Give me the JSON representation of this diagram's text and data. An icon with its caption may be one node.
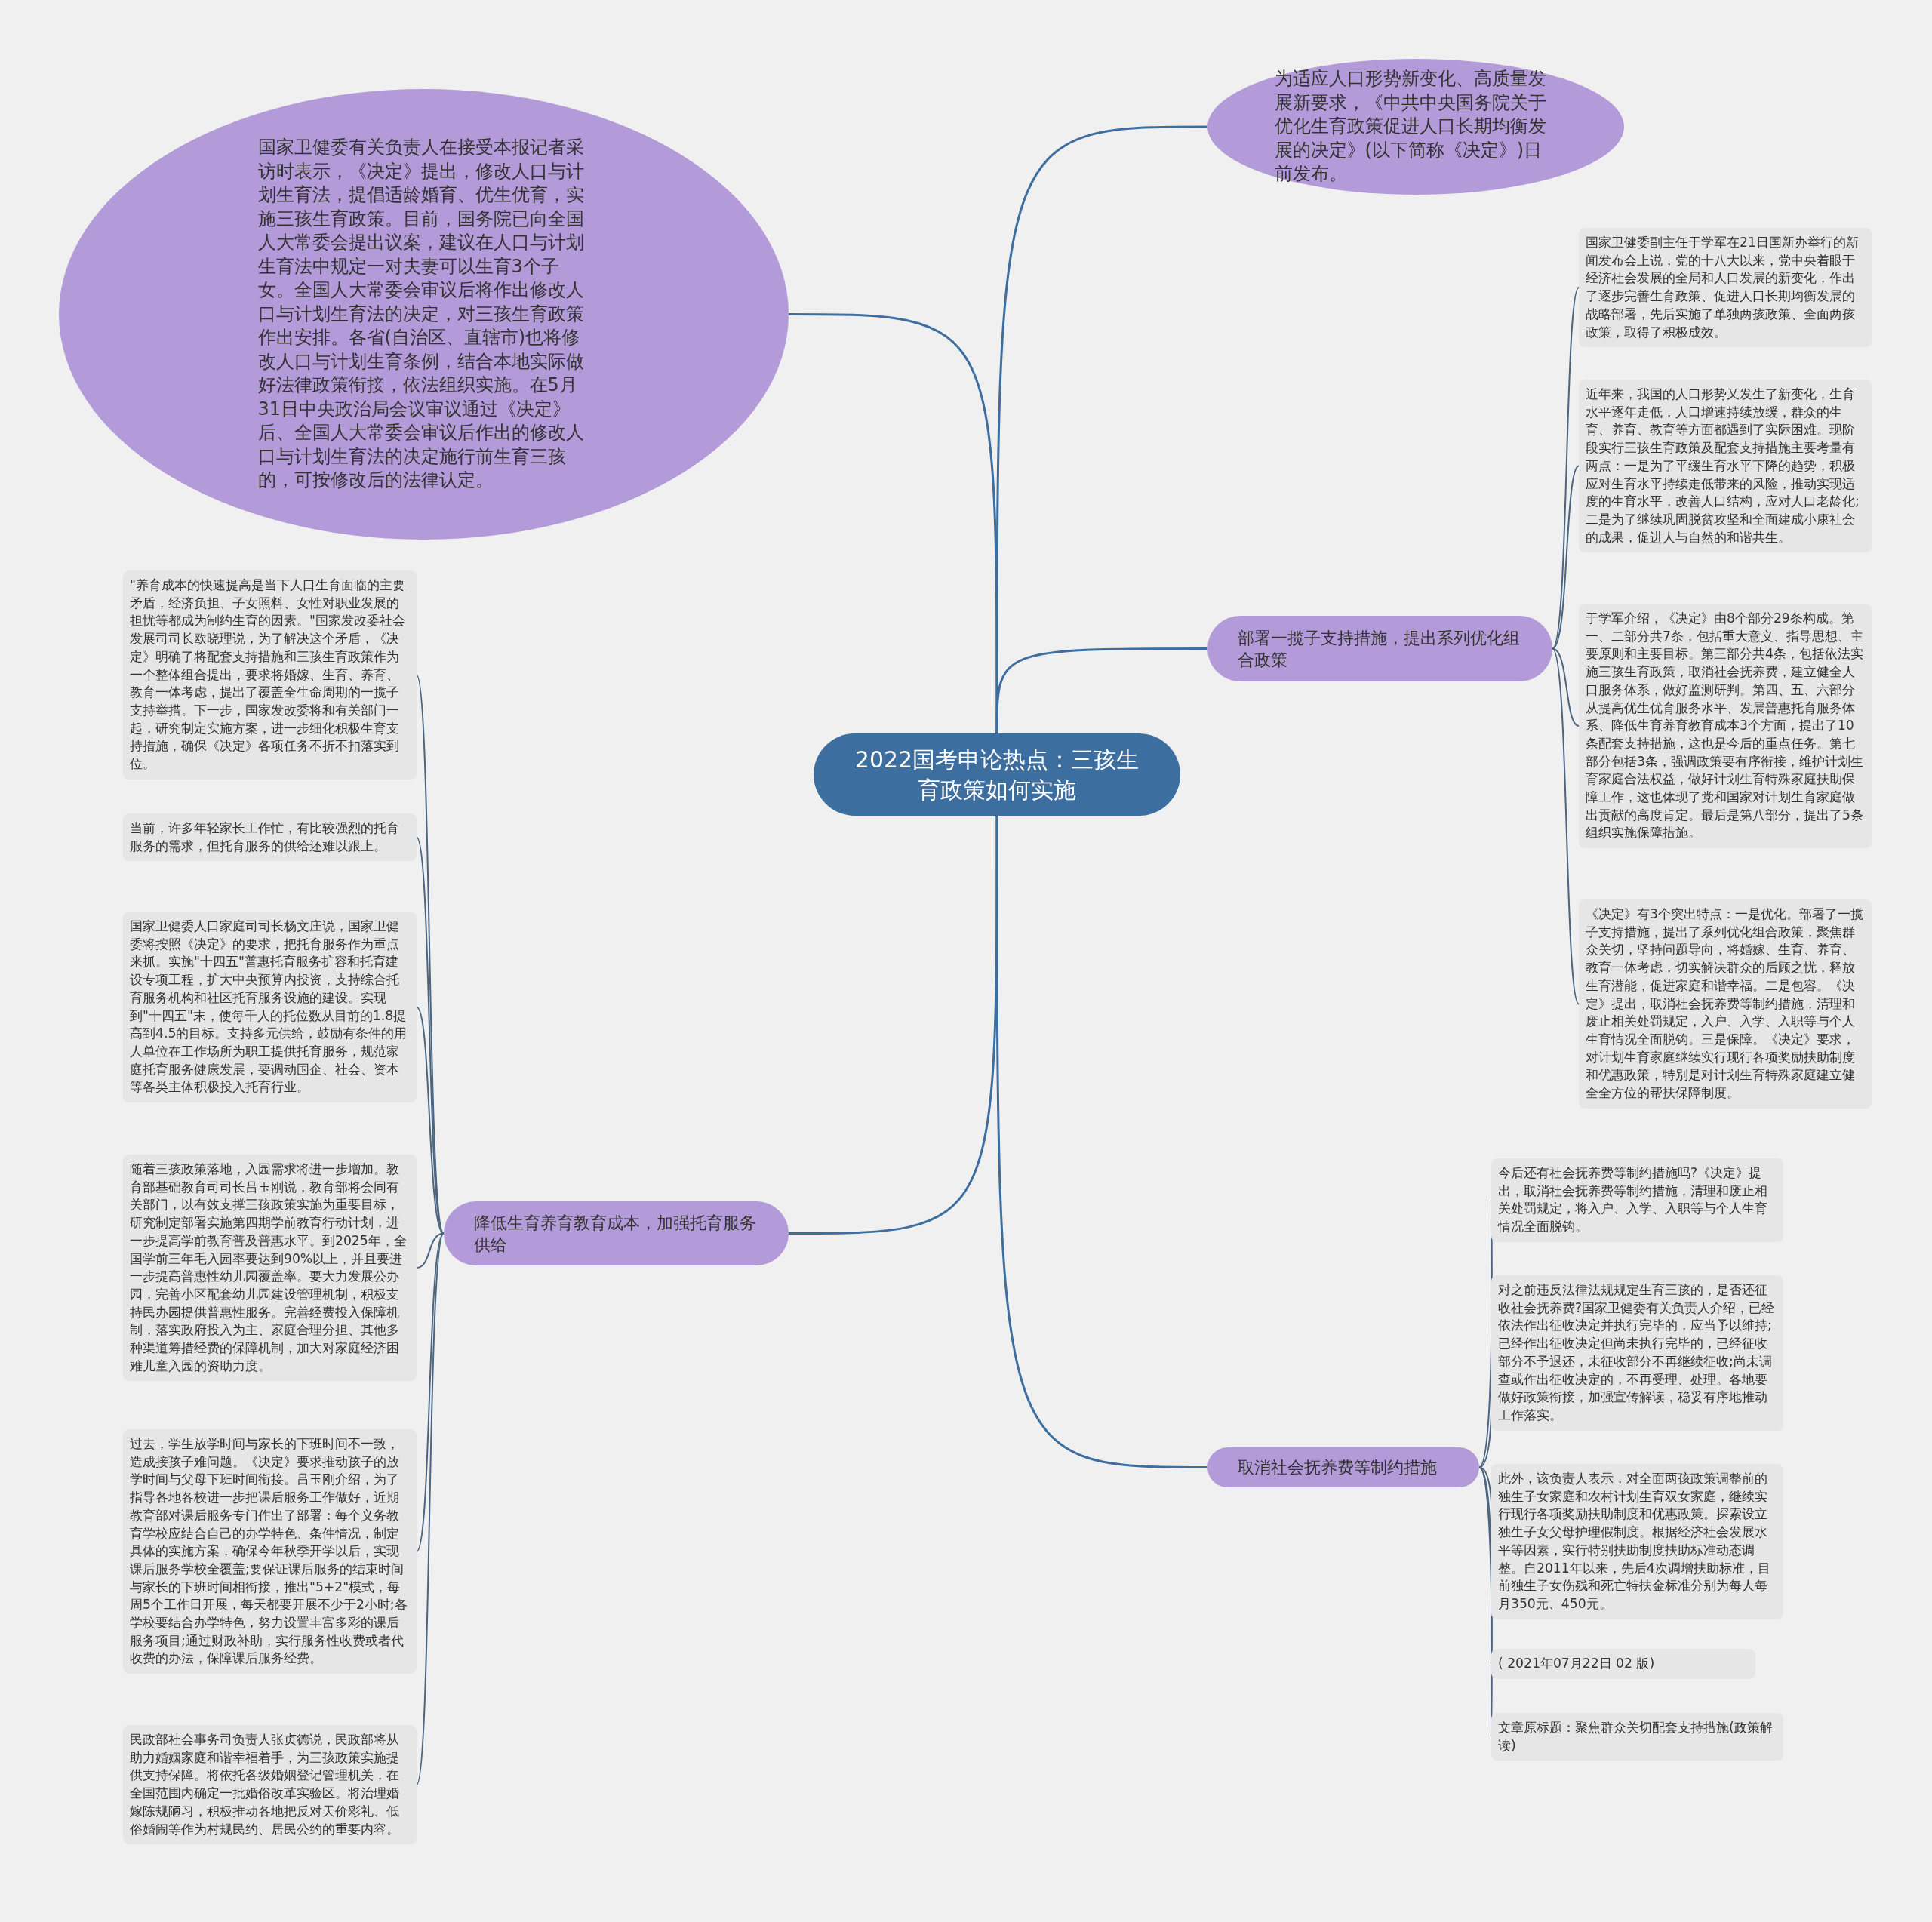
{
  "diagram": {
    "nodes": [
      {
        "text": [
          "2022国考申论热点：三孩生育政策如何实施"
        ]
      },
      {
        "text": [
          "为适应人口形势新变化、高质量发展新要求，《中共中央国务院关于优化生育政策促进人口长期均衡发展的决定》(以下简称《决定》)日前发布。"
        ]
      },
      {
        "text": [
          "国家卫健委有关负责人在接受本报记者采访时表示，《决定》提出，修改人口与计划生育法，提倡适龄婚育、优生优育，实施三孩生育政策。目前，国务院已向全国人大常委会提出议案，建议在人口与计划生育法中规定一对夫妻可以生育3个子女。全国人大常委会审议后将作出修改人口与计划生育法的决定，对三孩生育政策作出安排。各省(自治区、直辖市)也将修改人口与计划生育条例，结合本地实际做好法律政策衔接，依法组织实施。在5月31日中央政治局会议审议通过《决定》后、全国人大常委会审议后作出的修改人口与计划生育法的决定施行前生育三孩的，可按修改后的法律认定。"
        ]
      },
      {
        "text": [
          "部署一揽子支持措施，提出系列优化组合政策"
        ]
      },
      {
        "text": [
          "国家卫健委副主任于学军在21日国新办举行的新闻发布会上说，党的十八大以来，党中央着眼于经济社会发展的全局和人口发展的新变化，作出了逐步完善生育政策、促进人口长期均衡发展的战略部署，先后实施了单独两孩政策、全面两孩政策，取得了积极成效。"
        ]
      },
      {
        "text": [
          "近年来，我国的人口形势又发生了新变化，生育水平逐年走低，人口增速持续放缓，群众的生育、养育、教育等方面都遇到了实际困难。现阶段实行三孩生育政策及配套支持措施主要考量有两点：一是为了平缓生育水平下降的趋势，积极应对生育水平持续走低带来的风险，推动实现适度的生育水平，改善人口结构，应对人口老龄化;二是为了继续巩固脱贫攻坚和全面建成小康社会的成果，促进人与自然的和谐共生。"
        ]
      },
      {
        "text": [
          "于学军介绍，《决定》由8个部分29条构成。第一、二部分共7条，包括重大意义、指导思想、主要原则和主要目标。第三部分共4条，包括依法实施三孩生育政策，取消社会抚养费，建立健全人口服务体系，做好监测研判。第四、五、六部分从提高优生优育服务水平、发展普惠托育服务体系、降低生育养育教育成本3个方面，提出了10条配套支持措施，这也是今后的重点任务。第七部分包括3条，强调政策要有序衔接，维护计划生育家庭合法权益，做好计划生育特殊家庭扶助保障工作，这也体现了党和国家对计划生育家庭做出贡献的高度肯定。最后是第八部分，提出了5条组织实施保障措施。"
        ]
      },
      {
        "text": [
          "《决定》有3个突出特点：一是优化。部署了一揽子支持措施，提出了系列优化组合政策，聚焦群众关切，坚持问题导向，将婚嫁、生育、养育、教育一体考虑，切实解决群众的后顾之忧，释放生育潜能，促进家庭和谐幸福。二是包容。《决定》提出，取消社会抚养费等制约措施，清理和废止相关处罚规定，入户、入学、入职等与个人生育情况全面脱钩。三是保障。《决定》要求，对计划生育家庭继续实行现行各项奖励扶助制度和优惠政策，特别是对计划生育特殊家庭建立健全全方位的帮扶保障制度。"
        ]
      },
      {
        "text": [
          "取消社会抚养费等制约措施"
        ]
      },
      {
        "text": [
          "今后还有社会抚养费等制约措施吗?《决定》提出，取消社会抚养费等制约措施，清理和废止相关处罚规定，将入户、入学、入职等与个人生育情况全面脱钩。"
        ]
      },
      {
        "text": [
          "对之前违反法律法规规定生育三孩的，是否还征收社会抚养费?国家卫健委有关负责人介绍，已经依法作出征收决定并执行完毕的，应当予以维持;已经作出征收决定但尚未执行完毕的，已经征收部分不予退还，未征收部分不再继续征收;尚未调查或作出征收决定的，不再受理、处理。各地要做好政策衔接，加强宣传解读，稳妥有序地推动工作落实。"
        ]
      },
      {
        "text": [
          "此外，该负责人表示，对全面两孩政策调整前的独生子女家庭和农村计划生育双女家庭，继续实行现行各项奖励扶助制度和优惠政策。探索设立独生子女父母护理假制度。根据经济社会发展水平等因素，实行特别扶助制度扶助标准动态调整。自2011年以来，先后4次调增扶助标准，目前独生子女伤残和死亡特扶金标准分别为每人每月350元、450元。"
        ]
      },
      {
        "text": [
          "( 2021年07月22日 02 版)"
        ]
      },
      {
        "text": [
          "文章原标题：聚焦群众关切配套支持措施(政策解读)"
        ]
      },
      {
        "text": [
          "降低生育养育教育成本，加强托育服务供给"
        ]
      },
      {
        "text": [
          "\"养育成本的快速提高是当下人口生育面临的主要矛盾，经济负担、子女照料、女性对职业发展的担忧等都成为制约生育的因素。\"国家发改委社会发展司司长欧晓理说，为了解决这个矛盾，《决定》明确了将配套支持措施和三孩生育政策作为一个整体组合提出，要求将婚嫁、生育、养育、教育一体考虑，提出了覆盖全生命周期的一揽子支持举措。下一步，国家发改委将和有关部门一起，研究制定实施方案，进一步细化积极生育支持措施，确保《决定》各项任务不折不扣落实到位。"
        ]
      },
      {
        "text": [
          "当前，许多年轻家长工作忙，有比较强烈的托育服务的需求，但托育服务的供给还难以跟上。"
        ]
      },
      {
        "text": [
          "国家卫健委人口家庭司司长杨文庄说，国家卫健委将按照《决定》的要求，把托育服务作为重点来抓。实施\"十四五\"普惠托育服务扩容和托育建设专项工程，扩大中央预算内投资，支持综合托育服务机构和社区托育服务设施的建设。实现到\"十四五\"末，使每千人的托位数从目前的1.8提高到4.5的目标。支持多元供给，鼓励有条件的用人单位在工作场所为职工提供托育服务，规范家庭托育服务健康发展，要调动国企、社会、资本等各类主体积极投入托育行业。"
        ]
      },
      {
        "text": [
          "随着三孩政策落地，入园需求将进一步增加。教育部基础教育司司长吕玉刚说，教育部将会同有关部门，以有效支撑三孩政策实施为重要目标，研究制定部署实施第四期学前教育行动计划，进一步提高学前教育普及普惠水平。到2025年，全国学前三年毛入园率要达到90%以上，并且要进一步提高普惠性幼儿园覆盖率。要大力发展公办园，完善小区配套幼儿园建设管理机制，积极支持民办园提供普惠性服务。完善经费投入保障机制，落实政府投入为主、家庭合理分担、其他多种渠道筹措经费的保障机制，加大对家庭经济困难儿童入园的资助力度。"
        ]
      },
      {
        "text": [
          "过去，学生放学时间与家长的下班时间不一致，造成接孩子难问题。《决定》要求推动孩子的放学时间与父母下班时间衔接。吕玉刚介绍，为了指导各地各校进一步把课后服务工作做好，近期教育部对课后服务专门作出了部署：每个义务教育学校应结合自己的办学特色、条件情况，制定具体的实施方案，确保今年秋季开学以后，实现课后服务学校全覆盖;要保证课后服务的结束时间与家长的下班时间相衔接，推出\"5+2\"模式，每周5个工作日开展，每天都要开展不少于2小时;各学校要结合办学特色，努力设置丰富多彩的课后服务项目;通过财政补助，实行服务性收费或者代收费的办法，保障课后服务经费。"
        ]
      },
      {
        "text": [
          "民政部社会事务司负责人张贞德说，民政部将从助力婚姻家庭和谐幸福着手，为三孩政策实施提供支持保障。将依托各级婚姻登记管理机关，在全国范围内确定一批婚俗改革实验区。将治理婚嫁陈规陋习，积极推动各地把反对天价彩礼、低俗婚闹等作为村规民约、居民公约的重要内容。"
        ]
      }
    ],
    "edges": [
      {
        "from": 0,
        "to": 1,
        "arrow": "none"
      },
      {
        "from": 0,
        "to": 2,
        "arrow": "none"
      },
      {
        "from": 0,
        "to": 3,
        "arrow": "none"
      },
      {
        "from": 0,
        "to": 8,
        "arrow": "none"
      },
      {
        "from": 0,
        "to": 14,
        "arrow": "none"
      },
      {
        "from": 3,
        "to": 4,
        "arrow": "none"
      },
      {
        "from": 3,
        "to": 5,
        "arrow": "none"
      },
      {
        "from": 3,
        "to": 6,
        "arrow": "none"
      },
      {
        "from": 3,
        "to": 7,
        "arrow": "none"
      },
      {
        "from": 8,
        "to": 9,
        "arrow": "none"
      },
      {
        "from": 8,
        "to": 10,
        "arrow": "none"
      },
      {
        "from": 8,
        "to": 11,
        "arrow": "none"
      },
      {
        "from": 8,
        "to": 12,
        "arrow": "none"
      },
      {
        "from": 8,
        "to": 13,
        "arrow": "none"
      },
      {
        "from": 14,
        "to": 15,
        "arrow": "none"
      },
      {
        "from": 14,
        "to": 16,
        "arrow": "none"
      },
      {
        "from": 14,
        "to": 17,
        "arrow": "none"
      },
      {
        "from": 14,
        "to": 18,
        "arrow": "none"
      },
      {
        "from": 14,
        "to": 19,
        "arrow": "none"
      },
      {
        "from": 14,
        "to": 20,
        "arrow": "none"
      }
    ]
  }
}
